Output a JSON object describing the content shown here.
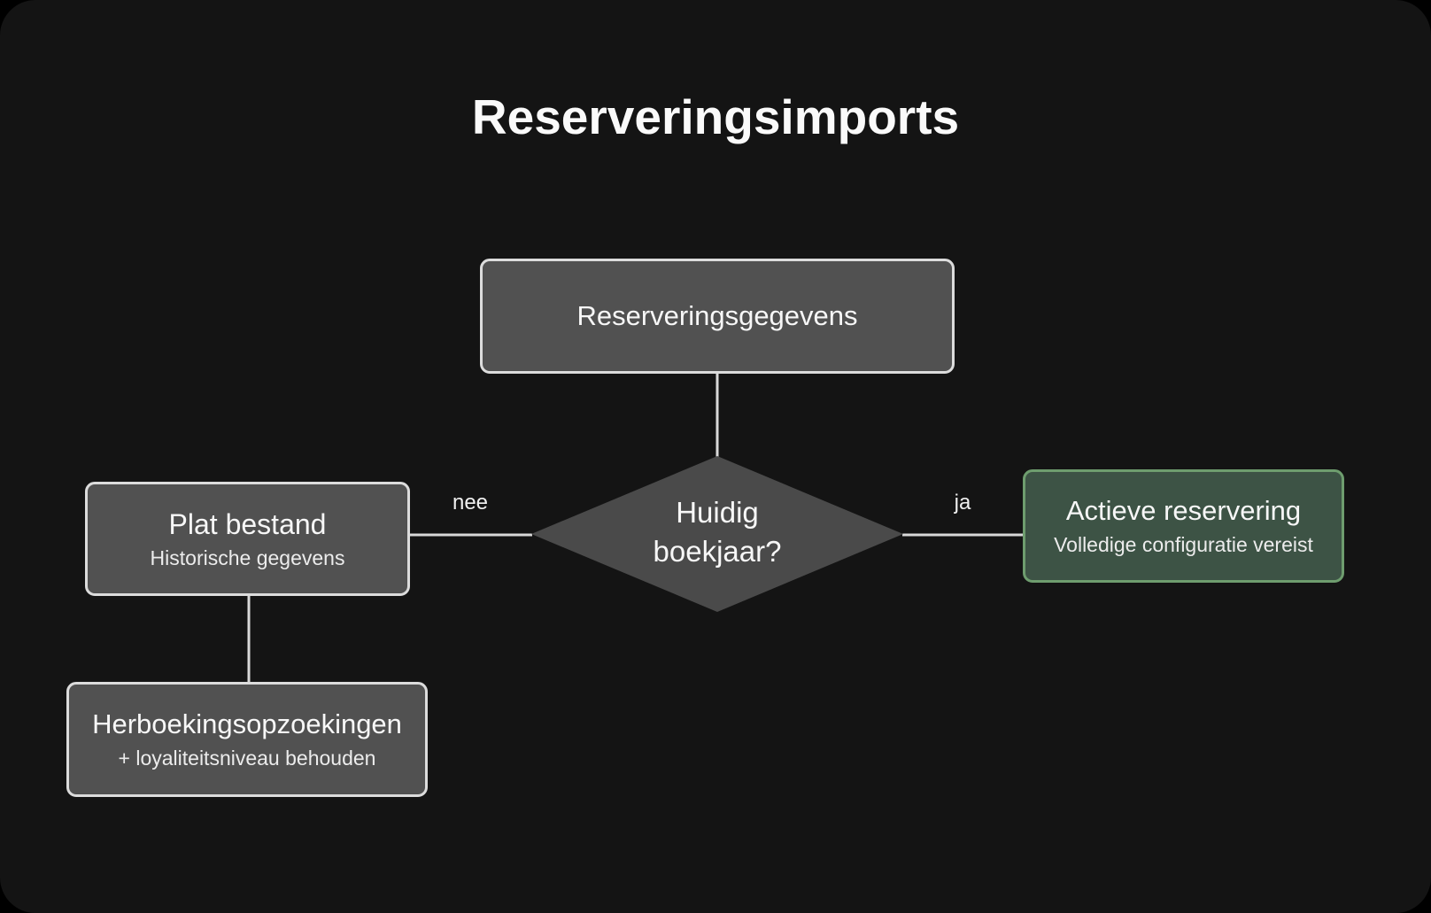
{
  "title": "Reserveringsimports",
  "colors": {
    "background_outer": "#000000",
    "background_card": "#141414",
    "node_fill_gray": "#515151",
    "node_border_gray": "#dcdcdc",
    "diamond_fill": "#4a4a4a",
    "node_fill_green": "#3d5345",
    "node_border_green": "#6e9d6e",
    "connector": "#d9d9d9",
    "text": "#f7f7f7"
  },
  "nodes": {
    "source": {
      "label": "Reserveringsgegevens"
    },
    "decision": {
      "line1": "Huidig",
      "line2": "boekjaar?"
    },
    "flat_file": {
      "label": "Plat bestand",
      "sublabel": "Historische gegevens"
    },
    "active_reservation": {
      "label": "Actieve reservering",
      "sublabel": "Volledige configuratie vereist"
    },
    "rebooking": {
      "label": "Herboekingsopzoekingen",
      "sublabel": "+ loyaliteitsniveau behouden"
    }
  },
  "edges": {
    "no_label": "nee",
    "yes_label": "ja"
  }
}
